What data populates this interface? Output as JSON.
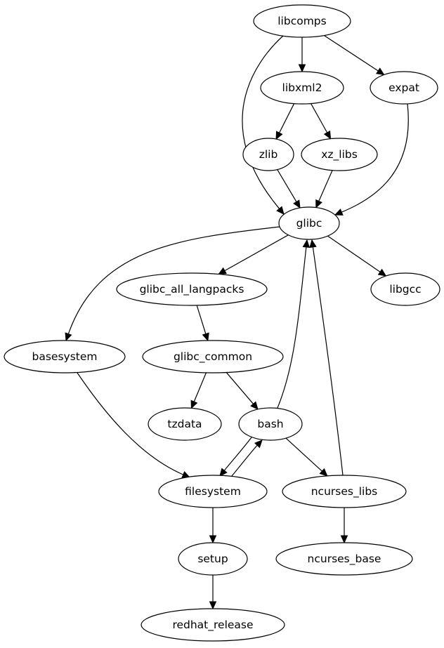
{
  "graph": {
    "type": "directed",
    "nodes": [
      {
        "id": "libcomps",
        "label": "libcomps"
      },
      {
        "id": "libxml2",
        "label": "libxml2"
      },
      {
        "id": "expat",
        "label": "expat"
      },
      {
        "id": "zlib",
        "label": "zlib"
      },
      {
        "id": "xz_libs",
        "label": "xz_libs"
      },
      {
        "id": "glibc",
        "label": "glibc"
      },
      {
        "id": "glibc_all_langpacks",
        "label": "glibc_all_langpacks"
      },
      {
        "id": "libgcc",
        "label": "libgcc"
      },
      {
        "id": "basesystem",
        "label": "basesystem"
      },
      {
        "id": "glibc_common",
        "label": "glibc_common"
      },
      {
        "id": "tzdata",
        "label": "tzdata"
      },
      {
        "id": "bash",
        "label": "bash"
      },
      {
        "id": "filesystem",
        "label": "filesystem"
      },
      {
        "id": "ncurses_libs",
        "label": "ncurses_libs"
      },
      {
        "id": "setup",
        "label": "setup"
      },
      {
        "id": "ncurses_base",
        "label": "ncurses_base"
      },
      {
        "id": "redhat_release",
        "label": "redhat_release"
      }
    ],
    "edges": [
      {
        "from": "libcomps",
        "to": "libxml2"
      },
      {
        "from": "libcomps",
        "to": "expat"
      },
      {
        "from": "libcomps",
        "to": "glibc"
      },
      {
        "from": "libxml2",
        "to": "zlib"
      },
      {
        "from": "libxml2",
        "to": "xz_libs"
      },
      {
        "from": "zlib",
        "to": "glibc"
      },
      {
        "from": "xz_libs",
        "to": "glibc"
      },
      {
        "from": "expat",
        "to": "glibc"
      },
      {
        "from": "glibc",
        "to": "basesystem"
      },
      {
        "from": "glibc",
        "to": "glibc_all_langpacks"
      },
      {
        "from": "glibc",
        "to": "libgcc"
      },
      {
        "from": "glibc_all_langpacks",
        "to": "glibc_common"
      },
      {
        "from": "glibc_common",
        "to": "tzdata"
      },
      {
        "from": "glibc_common",
        "to": "bash"
      },
      {
        "from": "bash",
        "to": "glibc"
      },
      {
        "from": "ncurses_libs",
        "to": "glibc"
      },
      {
        "from": "basesystem",
        "to": "filesystem"
      },
      {
        "from": "bash",
        "to": "filesystem"
      },
      {
        "from": "filesystem",
        "to": "bash"
      },
      {
        "from": "bash",
        "to": "ncurses_libs"
      },
      {
        "from": "filesystem",
        "to": "setup"
      },
      {
        "from": "ncurses_libs",
        "to": "ncurses_base"
      },
      {
        "from": "setup",
        "to": "redhat_release"
      }
    ]
  }
}
